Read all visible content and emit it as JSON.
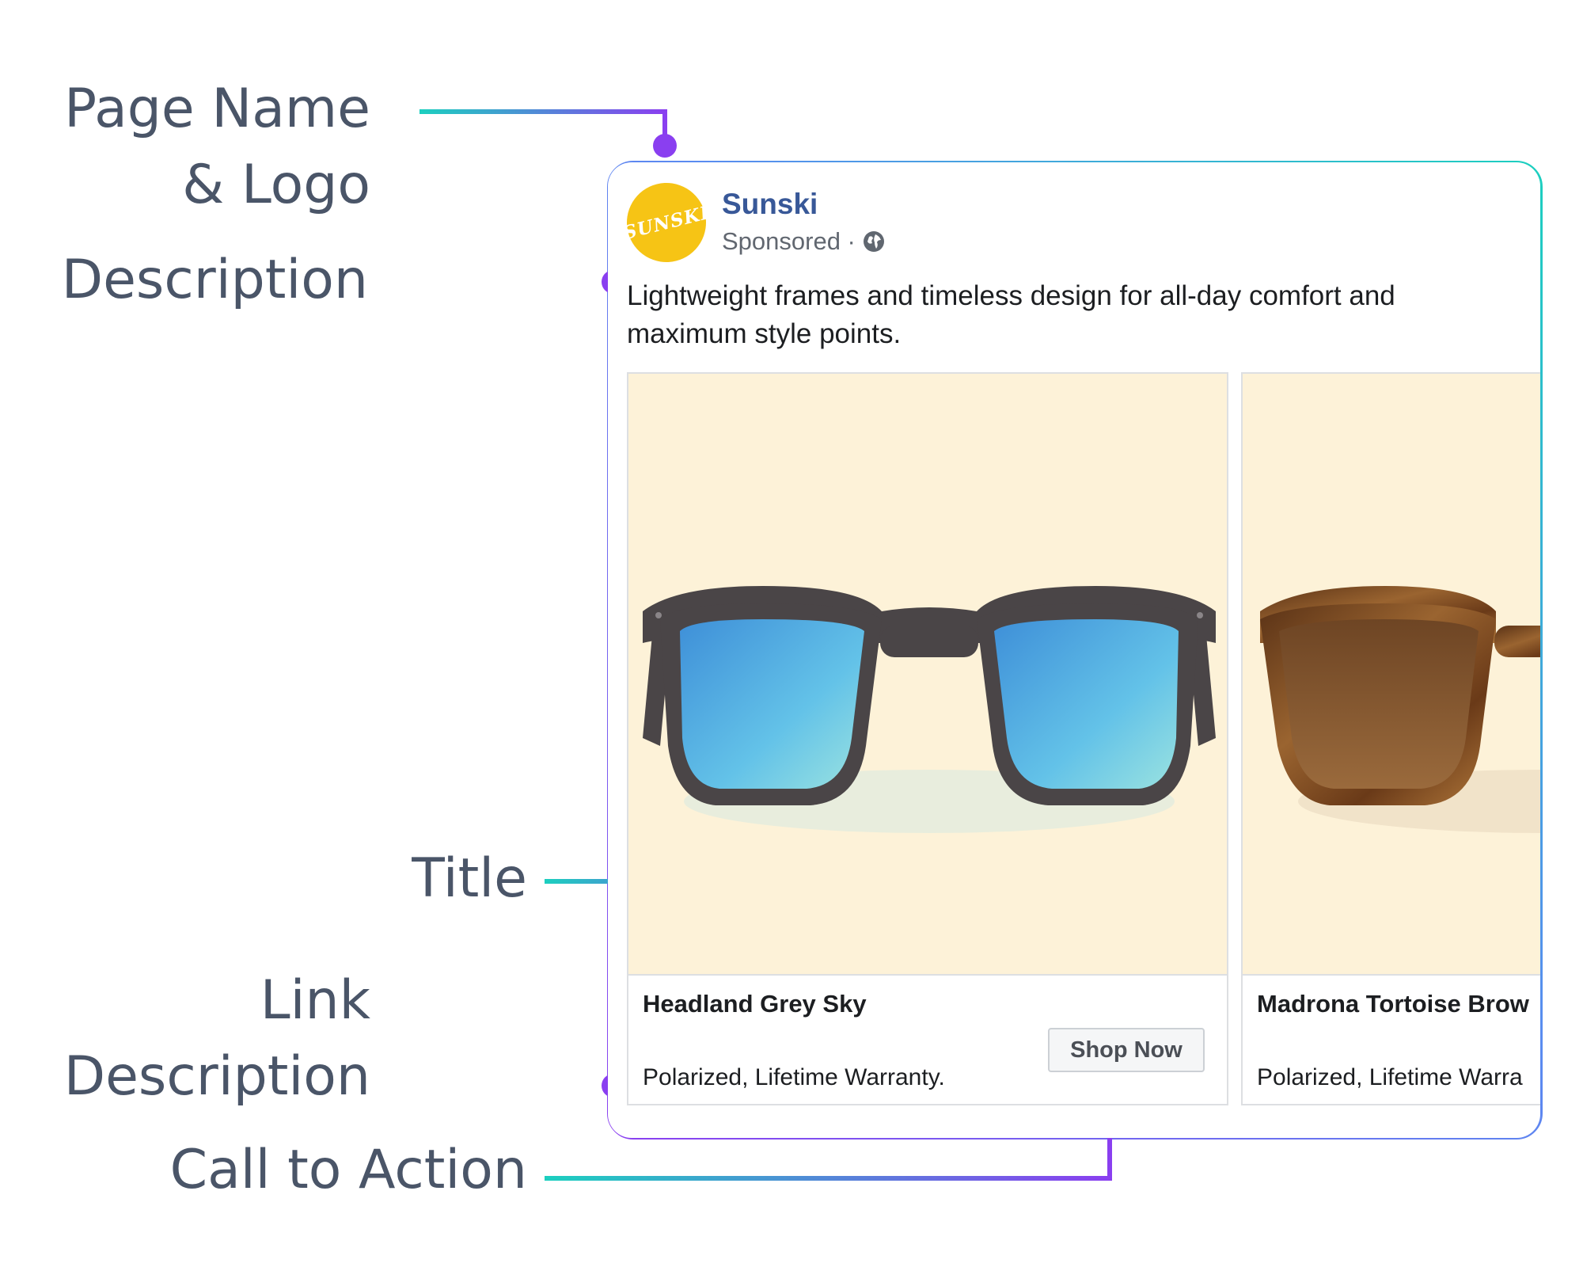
{
  "callouts": {
    "page_name": "Page Name\n& Logo",
    "description": "Description",
    "title": "Title",
    "link_description": "Link\nDescription",
    "call_to_action": "Call to Action"
  },
  "ad": {
    "logo_text": "SUNSKI",
    "page_name": "Sunski",
    "sponsored": "Sponsored ·",
    "description": "Lightweight frames and timeless design for all-day comfort and maximum style points.",
    "cards": [
      {
        "title": "Headland Grey Sky",
        "link_description": "Polarized, Lifetime Warranty.",
        "cta": "Shop Now",
        "frame_color": "#4a4547",
        "lens_color": "#5fb8e6"
      },
      {
        "title": "Madrona Tortoise Brow",
        "link_description": "Polarized, Lifetime Warra",
        "frame_color": "#7a4a22",
        "lens_color": "#8a5a2e"
      }
    ]
  },
  "colors": {
    "callout_text": "#4a5568",
    "connector_start": "#1ccfbf",
    "connector_end": "#8a3ff0",
    "page_name": "#385898",
    "logo_bg": "#f6c415",
    "image_bg": "#fdf2d8"
  }
}
